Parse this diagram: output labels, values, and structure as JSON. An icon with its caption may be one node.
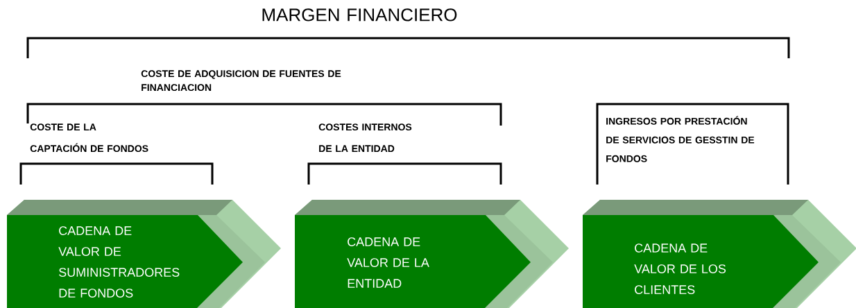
{
  "diagram": {
    "nodes": [
      {
        "text": [
          "CADENA DE VALOR DE SUMINISTRADORES DE FONDOS"
        ]
      },
      {
        "text": [
          "CADENA DE VALOR DE LA ENTIDAD"
        ]
      },
      {
        "text": [
          "CADENA DE VALOR DE LOS CLIENTES"
        ]
      }
    ],
    "labels": [
      "MARGEN FINANCIERO",
      "COSTE DE ADQUISICION DE FUENTES DE FINANCIACION",
      "COSTE DE LA CAPTACIÓN DE FONDOS",
      "COSTES INTERNOS DE LA ENTIDAD",
      "INGRESOS POR PRESTACIÓN DE SERVICIOS DE GESSTIN DE FONDOS"
    ]
  }
}
